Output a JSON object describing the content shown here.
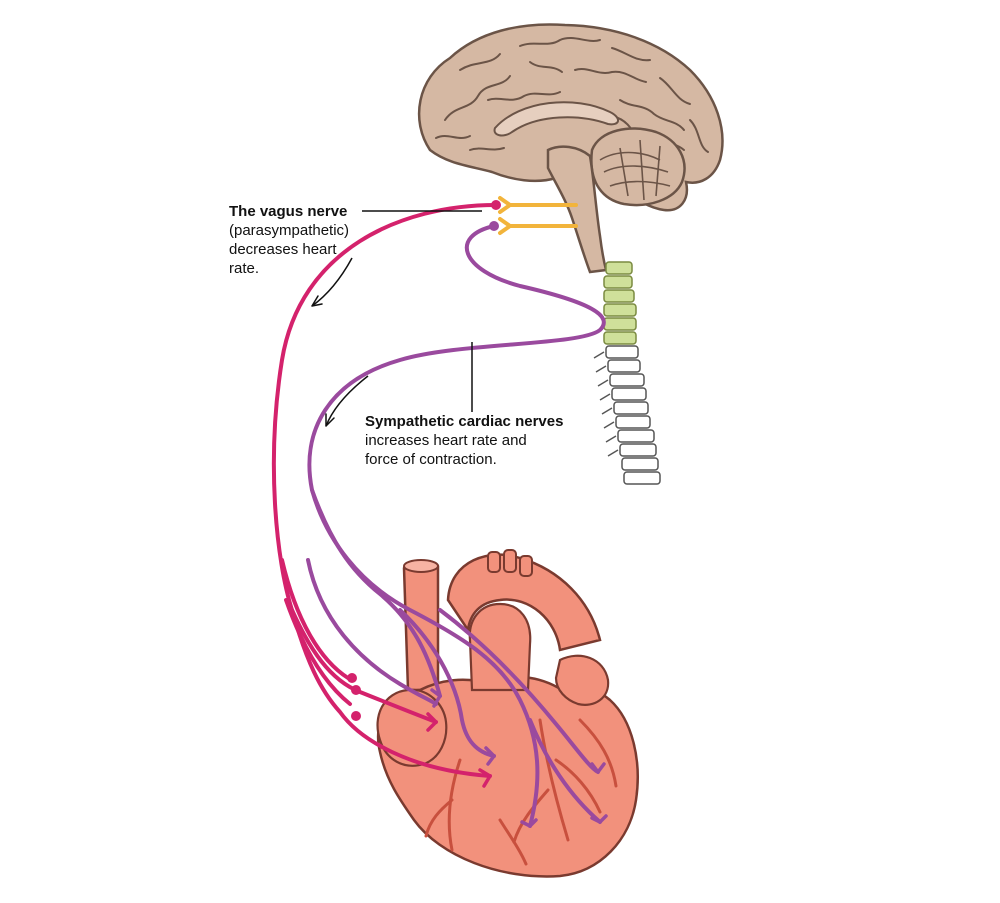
{
  "vagus_label": {
    "title": "The vagus nerve",
    "line1": "(parasympathetic)",
    "line2": "decreases heart",
    "line3": "rate."
  },
  "sympathetic_label": {
    "title": "Sympathetic cardiac nerves",
    "line1": "increases heart rate and",
    "line2": "force of contraction."
  },
  "colors": {
    "vagus_nerve": "#d4226c",
    "sympathetic_nerve": "#9a4a9e",
    "brain": "#d5b8a3",
    "brain_outline": "#6b5447",
    "brainstem_connector": "#f2b43b",
    "cervical_spine": "#cfe09a",
    "thoracic_spine": "#ffffff",
    "heart": "#f2917c",
    "heart_outline": "#7a3a2f",
    "coronary_vessels": "#c8503e"
  },
  "icons": {
    "direction_arrow": "curved-arrow-icon"
  }
}
